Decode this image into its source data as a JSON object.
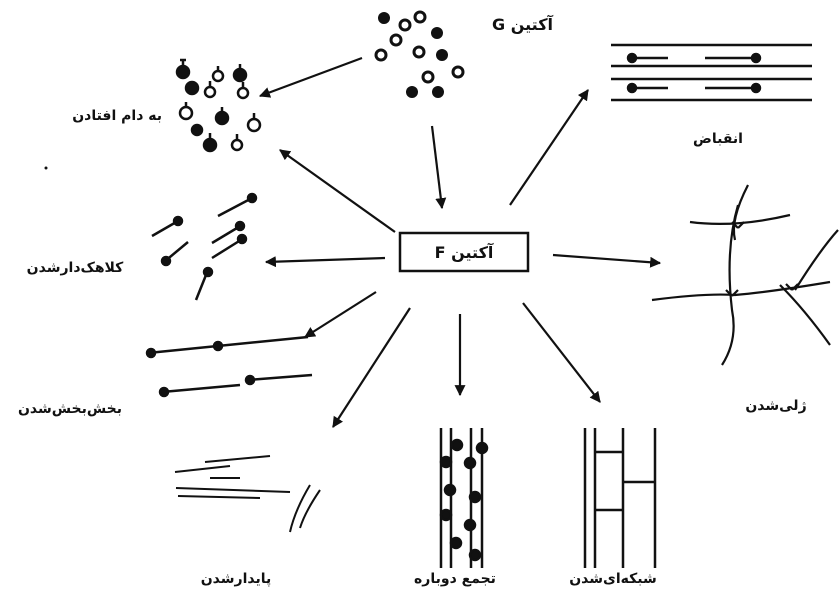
{
  "center": {
    "label": "F آکتین"
  },
  "nodes": {
    "g_actin": "G آکتین",
    "trapping": "به دام افتادن",
    "contraction": "انقباض",
    "capping": "کلاهک‌دارشدن",
    "gelation": "ژلی‌شدن",
    "severing": "بخش‌بخش‌شدن",
    "stabilizing": "پایدارشدن",
    "bundling": "تجمع دوباره",
    "crosslinking": "شبکه‌ای‌شدن"
  },
  "colors": {
    "ink": "#111111",
    "background": "#ffffff"
  }
}
